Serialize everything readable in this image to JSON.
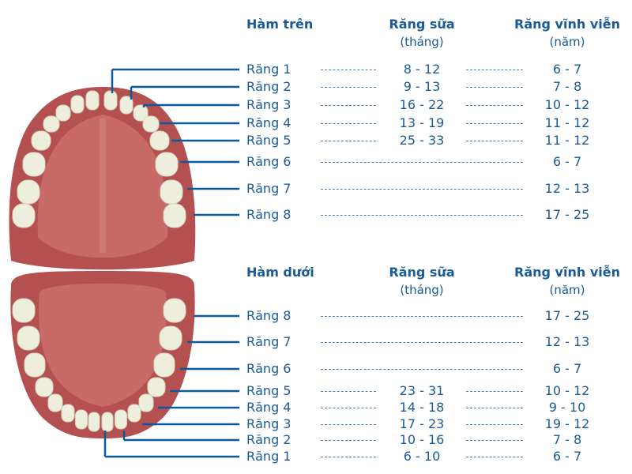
{
  "colors": {
    "text": "#1a5a96",
    "line": "#0d5a9a",
    "gum": "#b4504f",
    "palate": "#c86a68",
    "tooth": "#eeeedd"
  },
  "upper": {
    "title": "Hàm trên",
    "col_primary": "Răng sữa",
    "col_primary_unit": "(tháng)",
    "col_permanent": "Răng vĩnh viễn",
    "col_permanent_unit": "(năm)",
    "rows": [
      {
        "label": "Răng 1",
        "primary": "8 - 12",
        "permanent": "6 - 7"
      },
      {
        "label": "Răng 2",
        "primary": "9 - 13",
        "permanent": "7 - 8"
      },
      {
        "label": "Răng 3",
        "primary": "16 - 22",
        "permanent": "10 - 12"
      },
      {
        "label": "Răng 4",
        "primary": "13 - 19",
        "permanent": "11 - 12"
      },
      {
        "label": "Răng 5",
        "primary": "25 - 33",
        "permanent": "11 - 12"
      },
      {
        "label": "Răng 6",
        "primary": "",
        "permanent": "6 - 7"
      },
      {
        "label": "Răng 7",
        "primary": "",
        "permanent": "12 - 13"
      },
      {
        "label": "Răng 8",
        "primary": "",
        "permanent": "17 - 25"
      }
    ]
  },
  "lower": {
    "title": "Hàm dưới",
    "col_primary": "Răng sữa",
    "col_primary_unit": "(tháng)",
    "col_permanent": "Răng vĩnh viễn",
    "col_permanent_unit": "(năm)",
    "rows": [
      {
        "label": "Răng 8",
        "primary": "",
        "permanent": "17 - 25"
      },
      {
        "label": "Răng 7",
        "primary": "",
        "permanent": "12 - 13"
      },
      {
        "label": "Răng 6",
        "primary": "",
        "permanent": "6 - 7"
      },
      {
        "label": "Răng 5",
        "primary": "23 - 31",
        "permanent": "10 - 12"
      },
      {
        "label": "Răng 4",
        "primary": "14 - 18",
        "permanent": "9 - 10"
      },
      {
        "label": "Răng 3",
        "primary": "17 - 23",
        "permanent": "19 - 12"
      },
      {
        "label": "Răng 2",
        "primary": "10 - 16",
        "permanent": "7 - 8"
      },
      {
        "label": "Răng 1",
        "primary": "6 - 10",
        "permanent": "6 - 7"
      }
    ]
  }
}
